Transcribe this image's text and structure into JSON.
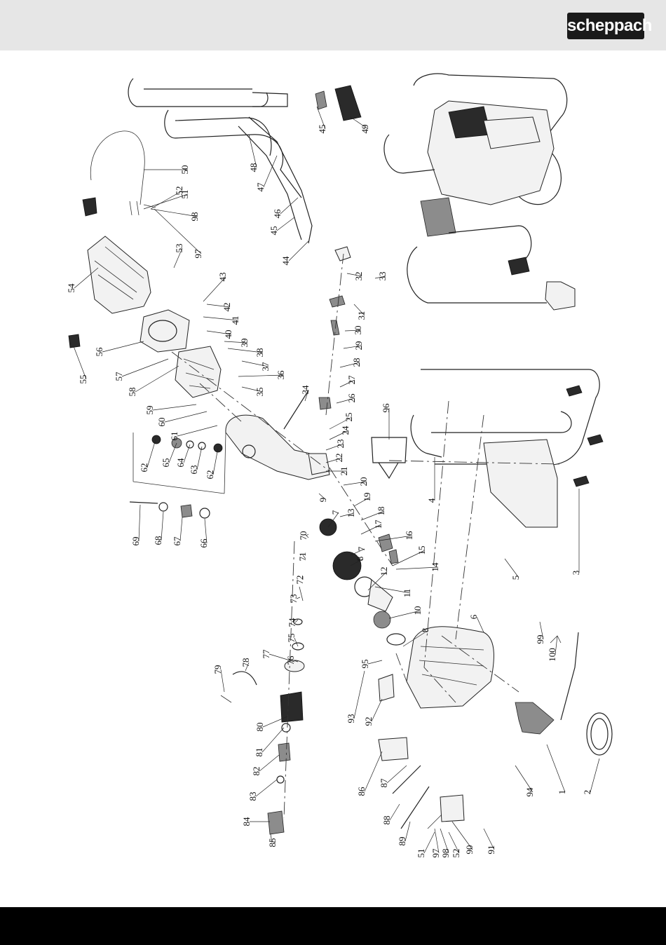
{
  "header": {
    "brand": "scheppach"
  },
  "part_numbers": [
    "1",
    "2",
    "3",
    "4",
    "5",
    "6",
    "7",
    "7",
    "8",
    "8",
    "9",
    "10",
    "11",
    "12",
    "13",
    "14",
    "15",
    "16",
    "17",
    "18",
    "19",
    "20",
    "21",
    "22",
    "23",
    "24",
    "25",
    "26",
    "27",
    "28",
    "29",
    "30",
    "31",
    "32",
    "33",
    "34",
    "35",
    "36",
    "37",
    "38",
    "39",
    "40",
    "41",
    "42",
    "43",
    "44",
    "45",
    "45",
    "46",
    "47",
    "48",
    "49",
    "50",
    "51",
    "51",
    "52",
    "52",
    "53",
    "54",
    "55",
    "56",
    "57",
    "58",
    "59",
    "60",
    "61",
    "62",
    "62",
    "63",
    "64",
    "65",
    "66",
    "67",
    "68",
    "69",
    "70",
    "71",
    "72",
    "73",
    "74",
    "75",
    "76",
    "77",
    "78",
    "79",
    "80",
    "81",
    "82",
    "83",
    "84",
    "85",
    "86",
    "87",
    "88",
    "89",
    "90",
    "91",
    "92",
    "93",
    "94",
    "95",
    "96",
    "97",
    "97",
    "98",
    "98",
    "99",
    "100"
  ]
}
